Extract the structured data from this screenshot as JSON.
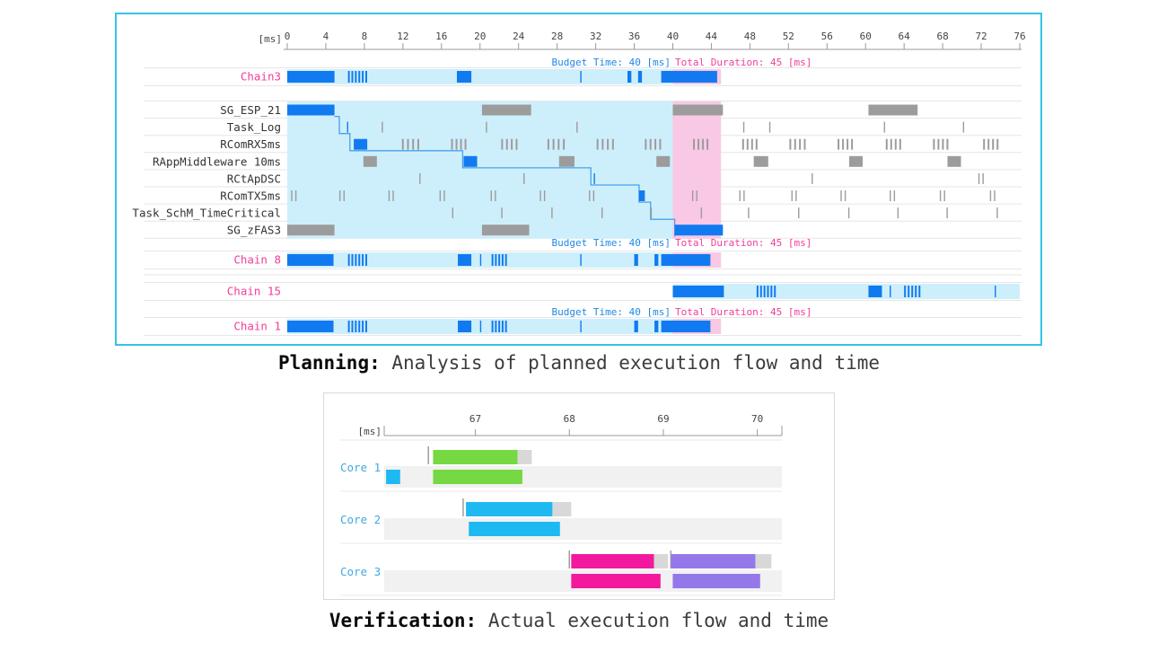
{
  "captions": {
    "planning_bold": "Planning:",
    "planning_rest": " Analysis of planned execution flow and time",
    "verification_bold": "Verification:",
    "verification_rest": " Actual execution flow and time"
  },
  "colors": {
    "accent_border": "#35c3e6",
    "bar_blue": "#117af0",
    "band_lightblue": "#cdeffc",
    "band_pink": "#f8c8e4",
    "bar_gray": "#9c9c9c",
    "chain_label_pink": "#f23d99",
    "budget_text_blue": "#1e88e5",
    "duration_text_pink": "#f23d99",
    "task_label": "#333333",
    "grid": "#e6e6e6",
    "axis": "#999999",
    "axis_text": "#444444",
    "chain_line": "#4aa0e8",
    "core_label_blue": "#3fa9e0",
    "green": "#76d843",
    "cyan": "#1fb9f2",
    "magenta": "#f2199e",
    "purple": "#9478ea",
    "leftover": "#d8d8d8",
    "track": "#f1f1f1"
  },
  "chart_data": [
    {
      "type": "gantt",
      "name": "planning",
      "unit_label": "[ms]",
      "axis": {
        "min": 0,
        "max": 76,
        "step": 4
      },
      "budget_time_label": "Budget Time: 40 [ms]",
      "total_duration_label": "Total Duration: 45 [ms]",
      "budget_ms": 40,
      "total_duration_ms": 45,
      "chains": [
        {
          "label": "Chain3",
          "band": [
            0,
            40
          ],
          "overrun": [
            40,
            45
          ],
          "items": [
            {
              "t": "bar",
              "s": 0,
              "e": 4.9
            },
            {
              "t": "cluster",
              "s": 6.3,
              "e": 8.1,
              "n": 6
            },
            {
              "t": "bar",
              "s": 17.6,
              "e": 19.1
            },
            {
              "t": "tick",
              "x": 30.4
            },
            {
              "t": "bar",
              "s": 35.3,
              "e": 35.7
            },
            {
              "t": "bar",
              "s": 36.4,
              "e": 36.8
            },
            {
              "t": "bar",
              "s": 38.8,
              "e": 44.6
            }
          ]
        },
        {
          "label": "Chain 8",
          "band": [
            0,
            40
          ],
          "overrun": [
            40,
            45
          ],
          "items": [
            {
              "t": "bar",
              "s": 0,
              "e": 4.8
            },
            {
              "t": "cluster",
              "s": 6.3,
              "e": 8.1,
              "n": 6
            },
            {
              "t": "bar",
              "s": 17.7,
              "e": 19.1
            },
            {
              "t": "tick",
              "x": 20.0
            },
            {
              "t": "cluster",
              "s": 21.2,
              "e": 22.6,
              "n": 5
            },
            {
              "t": "tick",
              "x": 30.4
            },
            {
              "t": "bar",
              "s": 36.0,
              "e": 36.4
            },
            {
              "t": "bar",
              "s": 38.1,
              "e": 38.5
            },
            {
              "t": "bar",
              "s": 38.8,
              "e": 43.9
            }
          ]
        },
        {
          "label": "Chain 15",
          "band": [
            40,
            76
          ],
          "overrun": null,
          "items": [
            {
              "t": "bar",
              "s": 40,
              "e": 45.3
            },
            {
              "t": "cluster",
              "s": 48.7,
              "e": 50.5,
              "n": 6
            },
            {
              "t": "bar",
              "s": 60.3,
              "e": 61.7
            },
            {
              "t": "tick",
              "x": 62.5
            },
            {
              "t": "cluster",
              "s": 64.0,
              "e": 65.5,
              "n": 5
            },
            {
              "t": "tick",
              "x": 73.4
            }
          ]
        },
        {
          "label": "Chain 1",
          "band": [
            0,
            40
          ],
          "overrun": [
            40,
            45
          ],
          "items": [
            {
              "t": "bar",
              "s": 0,
              "e": 4.8
            },
            {
              "t": "cluster",
              "s": 6.3,
              "e": 8.1,
              "n": 6
            },
            {
              "t": "bar",
              "s": 17.7,
              "e": 19.1
            },
            {
              "t": "tick",
              "x": 20.0
            },
            {
              "t": "cluster",
              "s": 21.2,
              "e": 22.6,
              "n": 5
            },
            {
              "t": "tick",
              "x": 30.4
            },
            {
              "t": "bar",
              "s": 36.0,
              "e": 36.4
            },
            {
              "t": "bar",
              "s": 38.1,
              "e": 38.5
            },
            {
              "t": "bar",
              "s": 38.8,
              "e": 43.9
            }
          ]
        }
      ],
      "tasks": {
        "band": [
          0,
          40
        ],
        "overrun": [
          40,
          45
        ],
        "rows": [
          {
            "label": "SG_ESP_21",
            "items": [
              {
                "t": "bar",
                "s": 0,
                "e": 4.9,
                "c": "blue"
              },
              {
                "t": "bar",
                "s": 20.2,
                "e": 25.3,
                "c": "gray"
              },
              {
                "t": "bar",
                "s": 40.0,
                "e": 45.2,
                "c": "gray"
              },
              {
                "t": "bar",
                "s": 60.3,
                "e": 65.4,
                "c": "gray"
              }
            ]
          },
          {
            "label": "Task_Log",
            "items": [
              {
                "t": "tick",
                "x": 6.2,
                "c": "blue"
              },
              {
                "t": "tick",
                "x": 9.8,
                "c": "gray"
              },
              {
                "t": "tick",
                "x": 20.6,
                "c": "gray"
              },
              {
                "t": "tick",
                "x": 30.0,
                "c": "gray"
              },
              {
                "t": "tick",
                "x": 47.3,
                "c": "gray"
              },
              {
                "t": "tick",
                "x": 50.0,
                "c": "gray"
              },
              {
                "t": "tick",
                "x": 61.9,
                "c": "gray"
              },
              {
                "t": "tick",
                "x": 70.1,
                "c": "gray"
              }
            ]
          },
          {
            "label": "RComRX5ms",
            "items": [
              {
                "t": "bar",
                "s": 6.9,
                "e": 8.3,
                "c": "blue"
              },
              {
                "t": "cluster",
                "s": 11.9,
                "e": 13.5,
                "n": 4,
                "c": "gray"
              },
              {
                "t": "cluster",
                "s": 17.0,
                "e": 18.4,
                "n": 4,
                "c": "gray"
              },
              {
                "t": "cluster",
                "s": 22.2,
                "e": 23.7,
                "n": 4,
                "c": "gray"
              },
              {
                "t": "cluster",
                "s": 27.0,
                "e": 28.6,
                "n": 4,
                "c": "gray"
              },
              {
                "t": "cluster",
                "s": 32.1,
                "e": 33.7,
                "n": 4,
                "c": "gray"
              },
              {
                "t": "cluster",
                "s": 37.1,
                "e": 38.6,
                "n": 4,
                "c": "gray"
              },
              {
                "t": "cluster",
                "s": 42.1,
                "e": 43.5,
                "n": 4,
                "c": "gray"
              },
              {
                "t": "cluster",
                "s": 47.2,
                "e": 48.6,
                "n": 4,
                "c": "gray"
              },
              {
                "t": "cluster",
                "s": 52.1,
                "e": 53.6,
                "n": 4,
                "c": "gray"
              },
              {
                "t": "cluster",
                "s": 57.1,
                "e": 58.5,
                "n": 4,
                "c": "gray"
              },
              {
                "t": "cluster",
                "s": 62.1,
                "e": 63.5,
                "n": 4,
                "c": "gray"
              },
              {
                "t": "cluster",
                "s": 67.0,
                "e": 68.4,
                "n": 4,
                "c": "gray"
              },
              {
                "t": "cluster",
                "s": 72.2,
                "e": 73.6,
                "n": 4,
                "c": "gray"
              }
            ]
          },
          {
            "label": "RAppMiddleware 10ms",
            "items": [
              {
                "t": "bar",
                "s": 7.9,
                "e": 9.3,
                "c": "gray"
              },
              {
                "t": "bar",
                "s": 18.3,
                "e": 19.7,
                "c": "blue"
              },
              {
                "t": "bar",
                "s": 28.2,
                "e": 29.8,
                "c": "gray"
              },
              {
                "t": "bar",
                "s": 38.3,
                "e": 39.7,
                "c": "gray"
              },
              {
                "t": "bar",
                "s": 48.4,
                "e": 49.9,
                "c": "gray"
              },
              {
                "t": "bar",
                "s": 58.3,
                "e": 59.7,
                "c": "gray"
              },
              {
                "t": "bar",
                "s": 68.5,
                "e": 69.9,
                "c": "gray"
              }
            ]
          },
          {
            "label": "RCtApDSC",
            "items": [
              {
                "t": "tick",
                "x": 13.7,
                "c": "gray"
              },
              {
                "t": "tick",
                "x": 24.5,
                "c": "gray"
              },
              {
                "t": "tick",
                "x": 31.8,
                "c": "blue"
              },
              {
                "t": "tick",
                "x": 54.4,
                "c": "gray"
              },
              {
                "t": "dtick",
                "x": 71.7,
                "c": "gray"
              }
            ]
          },
          {
            "label": "RComTX5ms",
            "items": [
              {
                "t": "dtick",
                "x": 0.4,
                "c": "gray"
              },
              {
                "t": "dtick",
                "x": 5.4,
                "c": "gray"
              },
              {
                "t": "dtick",
                "x": 10.5,
                "c": "gray"
              },
              {
                "t": "dtick",
                "x": 15.8,
                "c": "gray"
              },
              {
                "t": "dtick",
                "x": 21.1,
                "c": "gray"
              },
              {
                "t": "dtick",
                "x": 26.2,
                "c": "gray"
              },
              {
                "t": "dtick",
                "x": 31.3,
                "c": "gray"
              },
              {
                "t": "bar",
                "s": 36.5,
                "e": 37.1,
                "c": "blue"
              },
              {
                "t": "dtick",
                "x": 42.0,
                "c": "gray"
              },
              {
                "t": "dtick",
                "x": 46.9,
                "c": "gray"
              },
              {
                "t": "dtick",
                "x": 52.3,
                "c": "gray"
              },
              {
                "t": "dtick",
                "x": 57.4,
                "c": "gray"
              },
              {
                "t": "dtick",
                "x": 62.5,
                "c": "gray"
              },
              {
                "t": "dtick",
                "x": 67.7,
                "c": "gray"
              },
              {
                "t": "dtick",
                "x": 72.9,
                "c": "gray"
              }
            ]
          },
          {
            "label": "Task_SchM_TimeCritical",
            "items": [
              {
                "t": "tick",
                "x": 17.1,
                "c": "gray"
              },
              {
                "t": "tick",
                "x": 22.2,
                "c": "gray"
              },
              {
                "t": "tick",
                "x": 27.4,
                "c": "gray"
              },
              {
                "t": "tick",
                "x": 32.6,
                "c": "gray"
              },
              {
                "t": "tick",
                "x": 37.7,
                "c": "gray"
              },
              {
                "t": "tick",
                "x": 42.9,
                "c": "gray"
              },
              {
                "t": "tick",
                "x": 47.8,
                "c": "gray"
              },
              {
                "t": "tick",
                "x": 53.0,
                "c": "gray"
              },
              {
                "t": "tick",
                "x": 58.2,
                "c": "gray"
              },
              {
                "t": "tick",
                "x": 63.3,
                "c": "gray"
              },
              {
                "t": "tick",
                "x": 68.4,
                "c": "gray"
              },
              {
                "t": "tick",
                "x": 73.6,
                "c": "gray"
              }
            ]
          },
          {
            "label": "SG_zFAS3",
            "items": [
              {
                "t": "bar",
                "s": 0,
                "e": 4.9,
                "c": "gray"
              },
              {
                "t": "bar",
                "s": 20.2,
                "e": 25.1,
                "c": "gray"
              },
              {
                "t": "bar",
                "s": 40.2,
                "e": 45.2,
                "c": "blue"
              }
            ]
          }
        ],
        "chain_path": [
          [
            4.9,
            0
          ],
          [
            5.4,
            0
          ],
          [
            5.4,
            1
          ],
          [
            6.5,
            1
          ],
          [
            6.5,
            2
          ],
          [
            18.2,
            2
          ],
          [
            18.2,
            3
          ],
          [
            31.5,
            3
          ],
          [
            31.5,
            4
          ],
          [
            36.5,
            4
          ],
          [
            36.5,
            5
          ],
          [
            37.7,
            5
          ],
          [
            37.7,
            6
          ],
          [
            40.2,
            6
          ],
          [
            40.2,
            7
          ]
        ]
      }
    },
    {
      "type": "gantt",
      "name": "verification",
      "unit_label": "[ms]",
      "axis": {
        "min": 66.03,
        "max": 70.26,
        "ticks": [
          67,
          68,
          69,
          70
        ]
      },
      "cores": [
        {
          "label": "Core 1",
          "vlines": [
            66.5
          ],
          "planned": [
            {
              "s": 66.55,
              "e": 67.45,
              "c": "green"
            },
            {
              "s": 67.45,
              "e": 67.6,
              "c": "leftover"
            }
          ],
          "actual": [
            {
              "s": 66.05,
              "e": 66.2,
              "c": "cyan"
            },
            {
              "s": 66.55,
              "e": 67.5,
              "c": "green"
            }
          ]
        },
        {
          "label": "Core 2",
          "vlines": [
            66.87
          ],
          "planned": [
            {
              "s": 66.9,
              "e": 67.82,
              "c": "cyan"
            },
            {
              "s": 67.82,
              "e": 68.02,
              "c": "leftover"
            }
          ],
          "actual": [
            {
              "s": 66.93,
              "e": 67.9,
              "c": "cyan"
            }
          ]
        },
        {
          "label": "Core 3",
          "vlines": [
            68.0,
            69.08
          ],
          "planned": [
            {
              "s": 68.02,
              "e": 68.9,
              "c": "magenta"
            },
            {
              "s": 68.9,
              "e": 69.05,
              "c": "leftover"
            },
            {
              "s": 69.08,
              "e": 69.98,
              "c": "purple"
            },
            {
              "s": 69.98,
              "e": 70.15,
              "c": "leftover"
            }
          ],
          "actual": [
            {
              "s": 68.02,
              "e": 68.97,
              "c": "magenta"
            },
            {
              "s": 69.1,
              "e": 70.03,
              "c": "purple"
            }
          ]
        }
      ]
    }
  ]
}
